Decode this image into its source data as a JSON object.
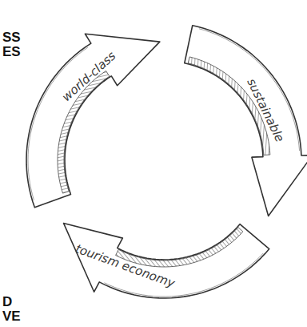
{
  "diagram": {
    "nodes": [
      {
        "text": [
          "world-class"
        ]
      },
      {
        "text": [
          "sustainable"
        ]
      },
      {
        "text": [
          "tourism economy"
        ]
      }
    ],
    "labels": [
      "SS ES",
      "D VE"
    ]
  }
}
